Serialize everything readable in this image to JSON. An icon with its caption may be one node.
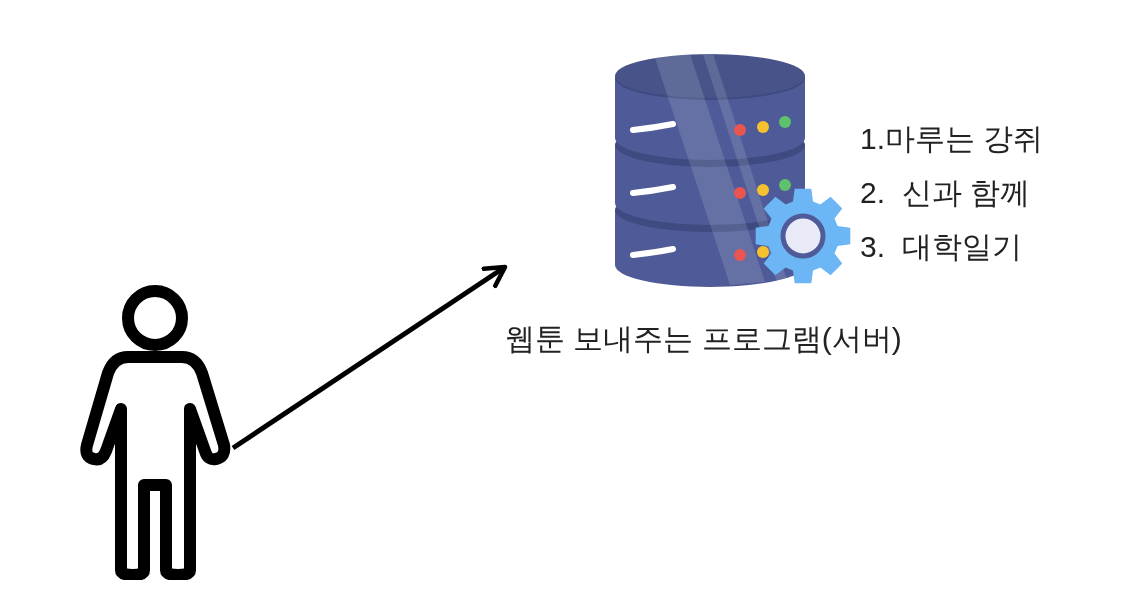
{
  "diagram": {
    "nodes": [
      {
        "text": [],
        "shape": "person"
      },
      {
        "text": [
          "웹툰 보내주는 프로그램(서버)"
        ],
        "beside": [
          "1.마루는 강쥐",
          "2.  신과 함께",
          "3.  대학일기"
        ]
      }
    ],
    "edges": [
      {
        "from": 0,
        "to": 1,
        "arrow": "to"
      }
    ]
  }
}
